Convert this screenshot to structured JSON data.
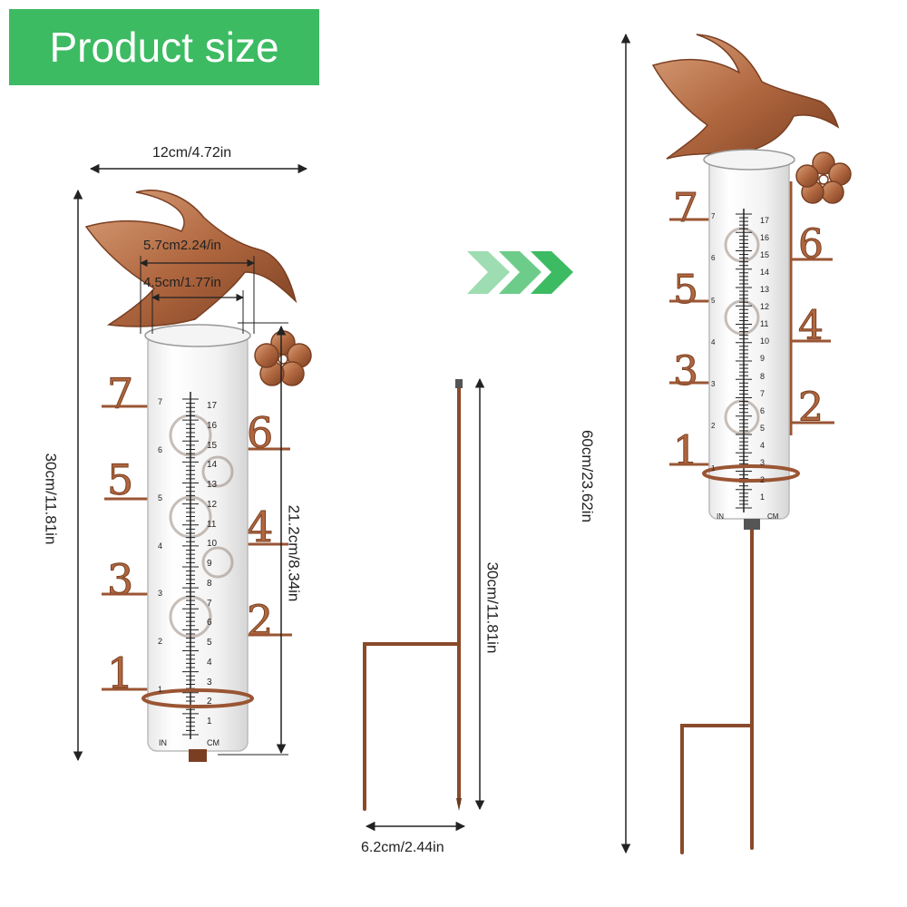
{
  "banner": {
    "title": "Product size"
  },
  "dimensions": {
    "total_width": "12cm/4.72in",
    "top_outer": "5.7cm2.24/in",
    "top_inner": "4.5cm/1.77in",
    "gauge_height": "30cm/11.81in",
    "tube_height": "21.2cm/8.34in",
    "stake_height": "30cm/11.81in",
    "stake_width": "6.2cm/2.44in",
    "assembled_height": "60cm/23.62in"
  },
  "gauge": {
    "big_numbers_left": [
      "7",
      "5",
      "3",
      "1"
    ],
    "big_numbers_right": [
      "6",
      "4",
      "2"
    ],
    "cm_scale": [
      "17",
      "16",
      "15",
      "14",
      "13",
      "12",
      "11",
      "10",
      "9",
      "8",
      "7",
      "6",
      "5",
      "4",
      "3",
      "2",
      "1"
    ],
    "in_scale": [
      "7",
      "6",
      "5",
      "4",
      "3",
      "2",
      "1"
    ],
    "in_unit": "IN",
    "cm_unit": "CM"
  },
  "colors": {
    "banner": "#3dbb63",
    "copper": "#b0673f",
    "copper_dark": "#7a3f22",
    "arrow": "#3dbb63"
  }
}
